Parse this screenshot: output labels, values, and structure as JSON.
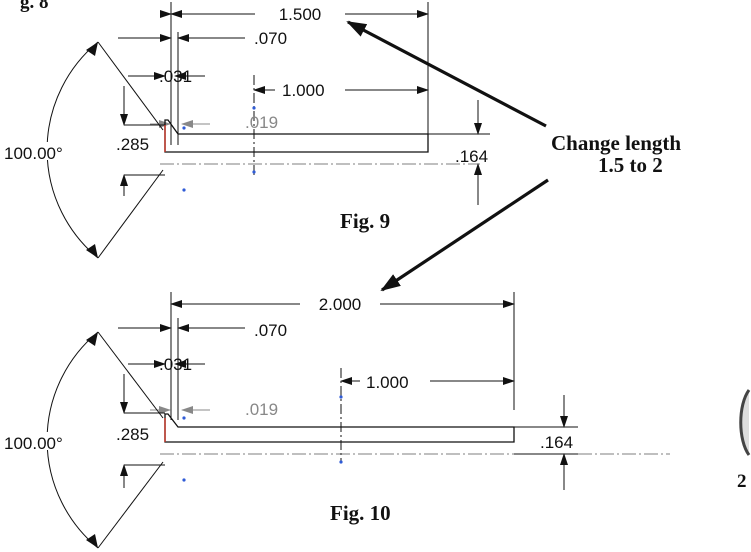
{
  "page": {
    "partial_top_text": "g. 8",
    "edge_text": "2"
  },
  "figures": [
    {
      "caption": "Fig. 9",
      "length": "1.500",
      "offset": ".070",
      "small": ".031",
      "step": "1.000",
      "grey": ".019",
      "height": ".285",
      "dia": ".164",
      "angle": "100.00°"
    },
    {
      "caption": "Fig. 10",
      "length": "2.000",
      "offset": ".070",
      "small": ".031",
      "step": "1.000",
      "grey": ".019",
      "height": ".285",
      "dia": ".164",
      "angle": "100.00°"
    }
  ],
  "callout": {
    "line1": "Change length",
    "line2": "1.5 to 2"
  },
  "colors": {
    "ink": "#111111",
    "grey_dim": "#888888",
    "accent": "#c0392b",
    "blue_point": "#2f5bd6"
  }
}
